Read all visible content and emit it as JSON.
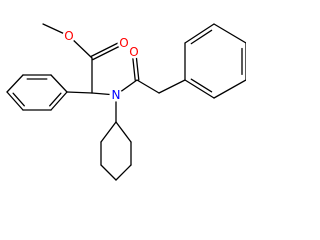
{
  "structure": {
    "atoms": [
      {
        "id": "methyl-o",
        "label": "O",
        "color": "#ff0000"
      },
      {
        "id": "carbonyl-o-ester",
        "label": "O",
        "color": "#ff0000"
      },
      {
        "id": "amide-n",
        "label": "N",
        "color": "#0000ff"
      },
      {
        "id": "carbonyl-o-amide",
        "label": "O",
        "color": "#ff0000"
      }
    ],
    "fragments": [
      "methyl-ester",
      "phenyl-left",
      "phenyl-right",
      "cyclohexyl",
      "amide"
    ],
    "colors": {
      "bond": "#000000",
      "oxygen": "#ff0000",
      "nitrogen": "#0000ff",
      "background": "#ffffff"
    }
  }
}
